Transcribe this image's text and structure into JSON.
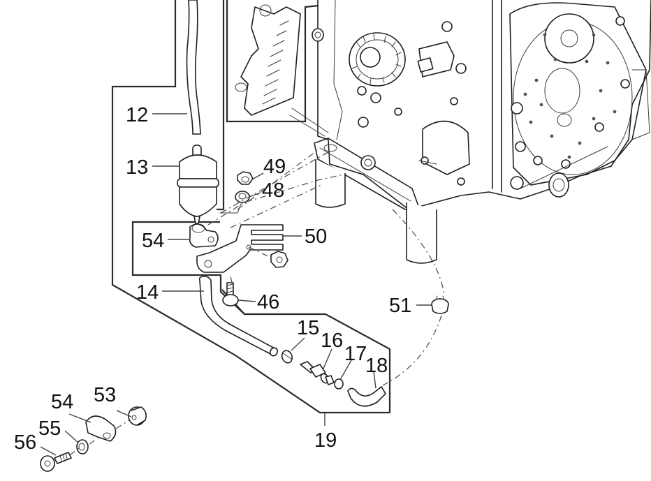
{
  "diagram": {
    "title": "Fuel filter and fuel line assembly",
    "colors": {
      "line": "#1e1e1e",
      "background": "#ffffff"
    },
    "callouts": [
      {
        "id": "12",
        "label": "12",
        "part": "fuel-hose"
      },
      {
        "id": "13",
        "label": "13",
        "part": "fuel-filter"
      },
      {
        "id": "49",
        "label": "49",
        "part": "nut"
      },
      {
        "id": "48",
        "label": "48",
        "part": "washer"
      },
      {
        "id": "54a",
        "label": "54",
        "part": "hose-clamp"
      },
      {
        "id": "50",
        "label": "50",
        "part": "bracket"
      },
      {
        "id": "14",
        "label": "14",
        "part": "fuel-pipe"
      },
      {
        "id": "46",
        "label": "46",
        "part": "bolt"
      },
      {
        "id": "51",
        "label": "51",
        "part": "hose-clip"
      },
      {
        "id": "15",
        "label": "15",
        "part": "clip"
      },
      {
        "id": "16",
        "label": "16",
        "part": "connector"
      },
      {
        "id": "17",
        "label": "17",
        "part": "clip"
      },
      {
        "id": "18",
        "label": "18",
        "part": "hose"
      },
      {
        "id": "19",
        "label": "19",
        "part": "fuel-line-kit"
      },
      {
        "id": "53",
        "label": "53",
        "part": "spacer"
      },
      {
        "id": "54b",
        "label": "54",
        "part": "hose-clamp"
      },
      {
        "id": "55",
        "label": "55",
        "part": "washer"
      },
      {
        "id": "56",
        "label": "56",
        "part": "cap-screw"
      }
    ]
  }
}
